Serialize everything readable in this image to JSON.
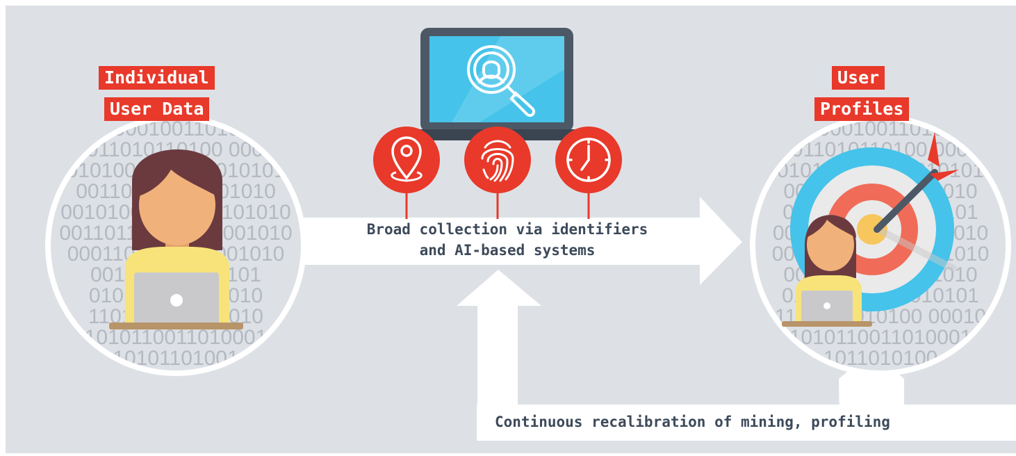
{
  "labels": {
    "individual_line1": "Individual",
    "individual_line2": "User Data",
    "profiles_line1": "User",
    "profiles_line2": "Profiles"
  },
  "captions": {
    "collection_line1": "Broad collection via identifiers",
    "collection_line2": "and AI-based systems",
    "recalibration": "Continuous recalibration of mining, profiling"
  },
  "binary": {
    "left_rows": [
      "10100010011010110",
      "11011010110100 00010",
      "0101001011000010101",
      "0011011010 0001010",
      "00101001101000101010",
      "0011011010110 0001010",
      "0001101011010001010",
      "001101101000101",
      "010100101001010",
      "1101101011 00010",
      "1010110011010001",
      "10101101001"
    ],
    "right_rows": [
      "10100010011010110",
      "11011010110100 00010",
      "010100101100010101",
      "00110110100001010",
      "00101001101010101",
      "0011011010110101010",
      "0001101011010001010",
      "00110110100001010",
      "01010010100010101",
      "1101101010100 00010",
      "1010110011010001",
      "1011010100"
    ]
  },
  "icons": [
    "laptop-search-icon",
    "location-pin-icon",
    "fingerprint-icon",
    "clock-icon",
    "user-woman-icon",
    "target-arrow-icon"
  ],
  "colors": {
    "background": "#dde1e6",
    "accent_red": "#e8392a",
    "screen_blue": "#45c3ea",
    "text_dark": "#3d4a5a",
    "skin": "#f0b27a",
    "hair": "#6b3a3f",
    "shirt_yellow": "#f7e37a"
  }
}
